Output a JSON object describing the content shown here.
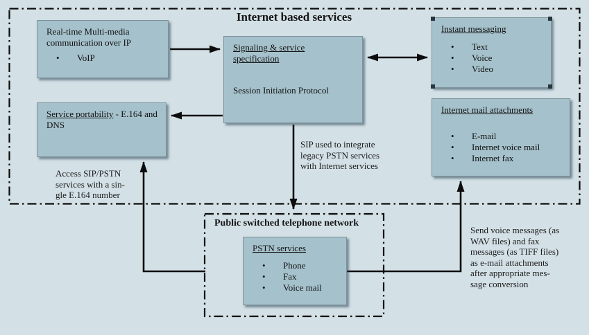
{
  "colors": {
    "background": "#d3e0e6",
    "box_fill": "#a5c1cb",
    "box_border": "#7e939c",
    "line": "#0c0c0c"
  },
  "internet_region": {
    "title": "Internet based services",
    "realtime_box": {
      "text": "Real-time Multi-media communication over IP",
      "items": [
        "VoIP"
      ]
    },
    "signaling_box": {
      "heading": "Signaling & service specification",
      "body": "Session Initiation Protocol"
    },
    "instant_box": {
      "heading": "Instant messaging",
      "items": [
        "Text",
        "Voice",
        "Video"
      ]
    },
    "mail_box": {
      "heading": "Internet mail attachments",
      "items": [
        "E-mail",
        "Internet voice mail",
        "Internet fax"
      ]
    },
    "portability_box": {
      "heading_underlined": "Service portability",
      "heading_rest": " - E.164 and DNS"
    }
  },
  "pstn_region": {
    "title": "Public switched telephone network",
    "pstn_box": {
      "heading": "PSTN services",
      "items": [
        "Phone",
        "Fax",
        "Voice mail"
      ]
    }
  },
  "annotations": {
    "access": {
      "lines": [
        "Access SIP/PSTN",
        "services with a sin-",
        "gle E.164 number"
      ]
    },
    "sip_integrate": {
      "lines": [
        "SIP used to integrate",
        "legacy PSTN services",
        "with Internet services"
      ]
    },
    "send_voice": {
      "lines": [
        "Send voice messages (as",
        "WAV files) and fax",
        "messages (as TIFF files)",
        "as e-mail attachments",
        "after appropriate mes-",
        "sage conversion"
      ]
    }
  }
}
